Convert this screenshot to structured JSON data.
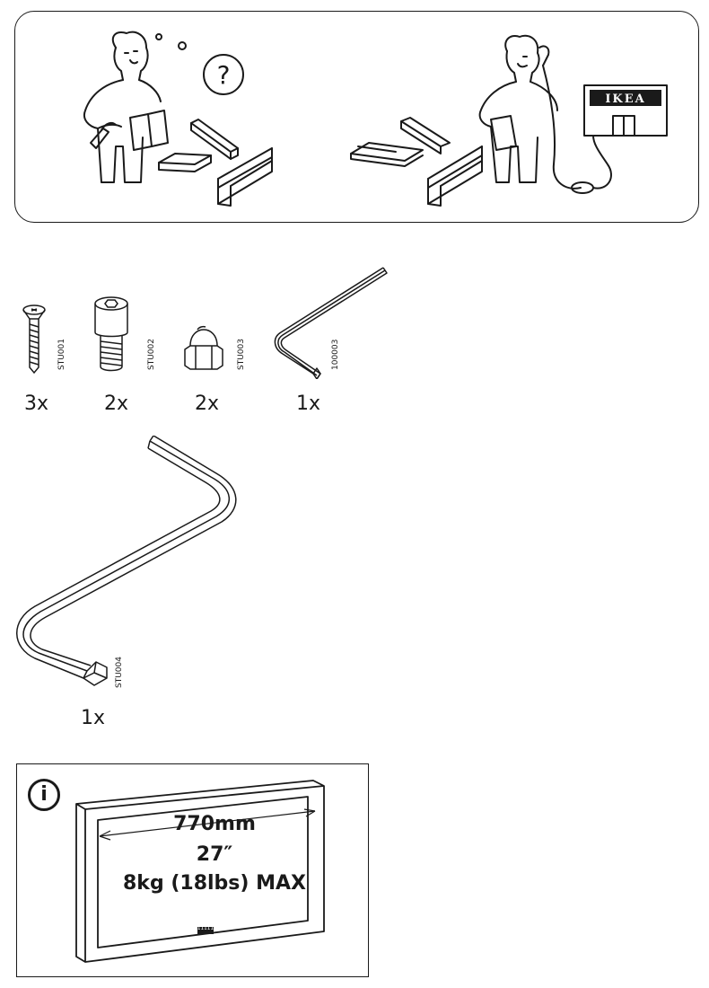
{
  "help_banner": {
    "store_sign": "IKEA",
    "question_mark": "?"
  },
  "hardware": [
    {
      "code": "STU001",
      "quantity": "3x",
      "icon": "countersunk-screw-icon"
    },
    {
      "code": "STU002",
      "quantity": "2x",
      "icon": "socket-bolt-icon"
    },
    {
      "code": "STU003",
      "quantity": "2x",
      "icon": "cap-nut-icon"
    },
    {
      "code": "100003",
      "quantity": "1x",
      "icon": "allen-key-small-icon"
    },
    {
      "code": "STU004",
      "quantity": "1x",
      "icon": "allen-key-large-icon"
    }
  ],
  "info_panel": {
    "icon": "info-icon",
    "info_glyph": "i",
    "width_spec": "770mm",
    "size_spec": "27″",
    "weight_spec": "8kg (18lbs) MAX",
    "brand_text": "IIIIII"
  }
}
